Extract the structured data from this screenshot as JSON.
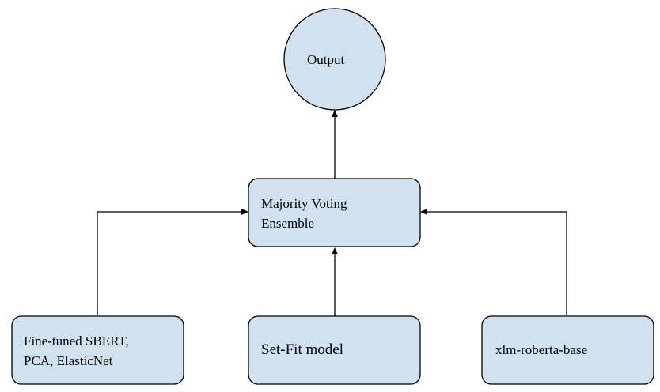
{
  "diagram": {
    "nodes": {
      "output": {
        "label": "Output"
      },
      "ensemble": {
        "lines": [
          "Majority Voting",
          "Ensemble"
        ]
      },
      "sbert": {
        "lines": [
          "Fine-tuned SBERT,",
          "PCA, ElasticNet"
        ]
      },
      "setfit": {
        "label": "Set-Fit model"
      },
      "xlm": {
        "label": "xlm-roberta-base"
      }
    },
    "edges": [
      {
        "from": "sbert",
        "to": "ensemble"
      },
      {
        "from": "setfit",
        "to": "ensemble"
      },
      {
        "from": "xlm",
        "to": "ensemble"
      },
      {
        "from": "ensemble",
        "to": "output"
      }
    ],
    "colors": {
      "node_fill": "#d2e1ef",
      "stroke": "#000000"
    }
  }
}
